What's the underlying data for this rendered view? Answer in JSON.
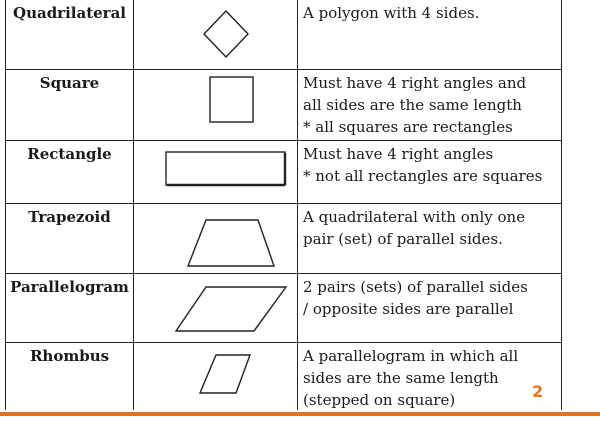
{
  "rows": [
    {
      "term": "Quadrilateral",
      "shape_icon": "diamond-icon",
      "definition": [
        "A polygon with 4 sides."
      ]
    },
    {
      "term": "Square",
      "shape_icon": "square-icon",
      "definition": [
        "Must have 4 right angles and",
        "all sides are the same length",
        "* all squares are rectangles"
      ]
    },
    {
      "term": "Rectangle",
      "shape_icon": "rectangle-icon",
      "definition": [
        "Must have 4 right angles",
        "* not all rectangles are squares"
      ]
    },
    {
      "term": "Trapezoid",
      "shape_icon": "trapezoid-icon",
      "definition": [
        "A quadrilateral with only one",
        "pair (set) of parallel sides."
      ]
    },
    {
      "term": "Parallelogram",
      "shape_icon": "parallelogram-icon",
      "definition": [
        "2 pairs (sets) of parallel sides",
        "/ opposite sides are parallel"
      ]
    },
    {
      "term": "Rhombus",
      "shape_icon": "rhombus-icon",
      "definition": [
        "A parallelogram in which all",
        "sides are the same length",
        "(stepped on square)"
      ]
    }
  ],
  "page_number": "2",
  "colors": {
    "accent": "#e8731a",
    "line": "#222222"
  }
}
